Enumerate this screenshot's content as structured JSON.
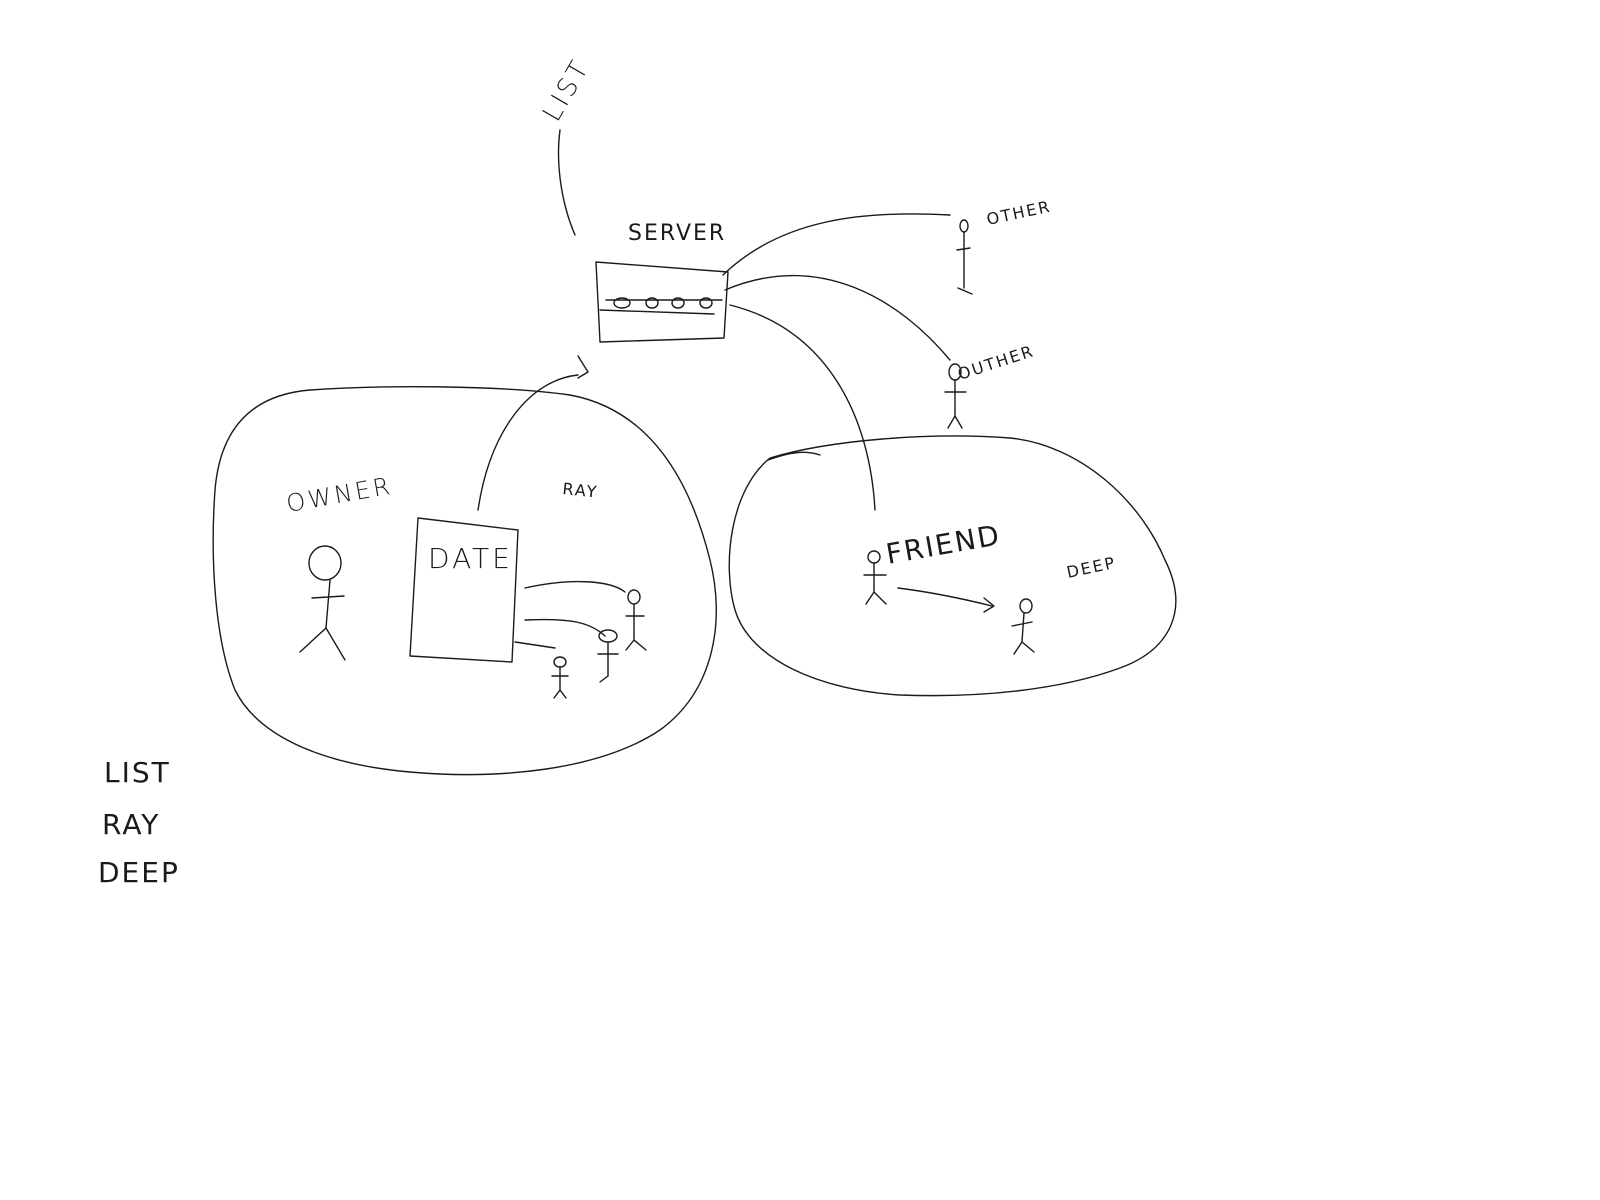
{
  "diagram": {
    "labels": {
      "list_top": "LIST",
      "server": "SERVER",
      "other_top": "OTHER",
      "other_mid": "OUTHER",
      "owner": "OWNER",
      "ray": "RAY",
      "data": "DATE",
      "friend": "FRIEND",
      "deep": "DEEP"
    },
    "legend": [
      "LIST",
      "RAY",
      "DEEP"
    ]
  }
}
